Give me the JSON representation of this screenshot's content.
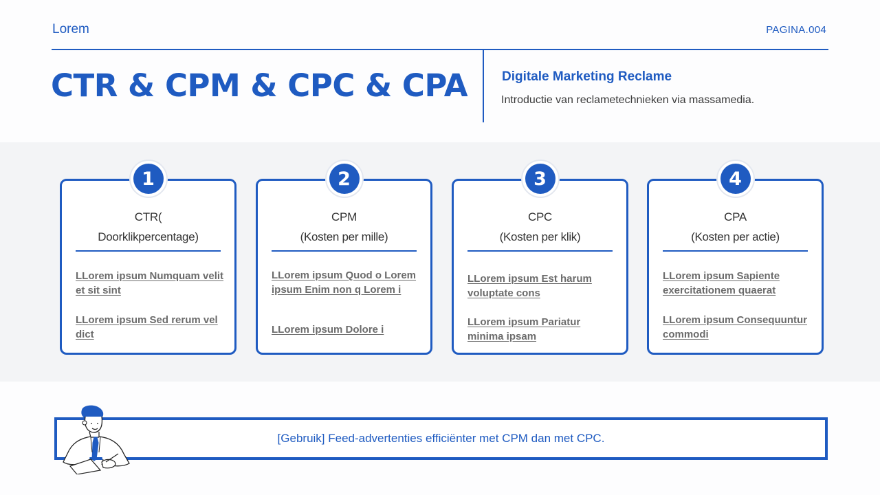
{
  "header": {
    "brand": "Lorem",
    "page_number": "PAGINA.004",
    "title": "CTR & CPM & CPC & CPA",
    "subtitle": "Digitale Marketing Reclame",
    "description": "Introductie van reclametechnieken via massamedia."
  },
  "cards": [
    {
      "number": "1",
      "title_line1": "CTR(",
      "title_line2": "Doorklikpercentage)",
      "items": [
        "LLorem ipsum Numquam velit et sit sint",
        "LLorem ipsum Sed rerum vel dict"
      ]
    },
    {
      "number": "2",
      "title_line1": "CPM",
      "title_line2": "(Kosten per mille)",
      "items": [
        "LLorem ipsum Quod o Lorem ipsum Enim non q Lorem i",
        "LLorem ipsum Dolore i"
      ]
    },
    {
      "number": "3",
      "title_line1": "CPC",
      "title_line2": "(Kosten per klik)",
      "items": [
        "LLorem ipsum Est harum voluptate cons",
        "LLorem ipsum Pariatur minima ipsam"
      ]
    },
    {
      "number": "4",
      "title_line1": "CPA",
      "title_line2": "(Kosten per actie)",
      "items": [
        "LLorem ipsum Sapiente exercitationem quaerat",
        "LLorem ipsum Consequuntur commodi"
      ]
    }
  ],
  "footer": {
    "text": "[Gebruik] Feed-advertenties efficiënter met CPM dan met CPC."
  },
  "colors": {
    "accent": "#1f5bc1",
    "band": "#f3f4f6",
    "item_text": "#6b6b6b"
  },
  "icons": {
    "illustration": "businessman-at-desk-icon"
  }
}
